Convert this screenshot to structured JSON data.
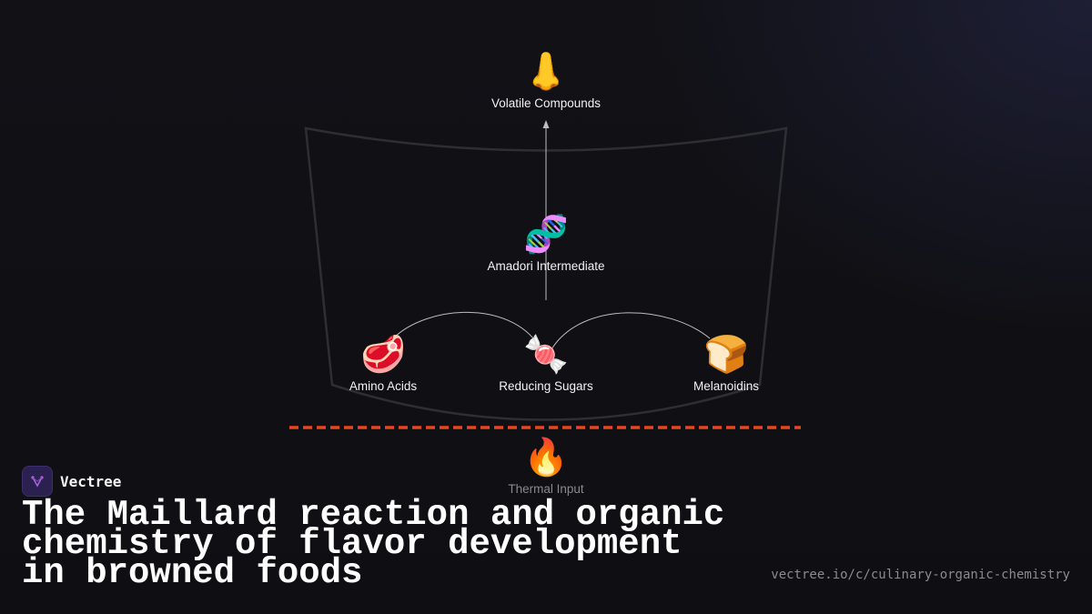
{
  "brand": {
    "name": "Vectree"
  },
  "title": "The Maillard reaction and organic chemistry of flavor development in browned foods",
  "url": "vectree.io/c/culinary-organic-chemistry",
  "nodes": {
    "volatile": {
      "icon": "👃",
      "icon_name": "nose-icon",
      "label": "Volatile Compounds"
    },
    "amadori": {
      "icon": "🧬",
      "icon_name": "dna-icon",
      "label": "Amadori Intermediate"
    },
    "amino": {
      "icon": "🥩",
      "icon_name": "meat-icon",
      "label": "Amino Acids"
    },
    "sugars": {
      "icon": "🍬",
      "icon_name": "candy-icon",
      "label": "Reducing Sugars"
    },
    "melanoidins": {
      "icon": "🍞",
      "icon_name": "bread-icon",
      "label": "Melanoidins"
    },
    "thermal": {
      "icon": "🔥",
      "icon_name": "fire-icon",
      "label": "Thermal Input"
    }
  },
  "colors": {
    "background": "#0f0f13",
    "heat_line": "#e8461e",
    "connector": "#bdbdbd",
    "vessel_outline": "#2e2e33",
    "logo_bg": "#2a2150",
    "logo_glyph": "#b06ae0"
  }
}
